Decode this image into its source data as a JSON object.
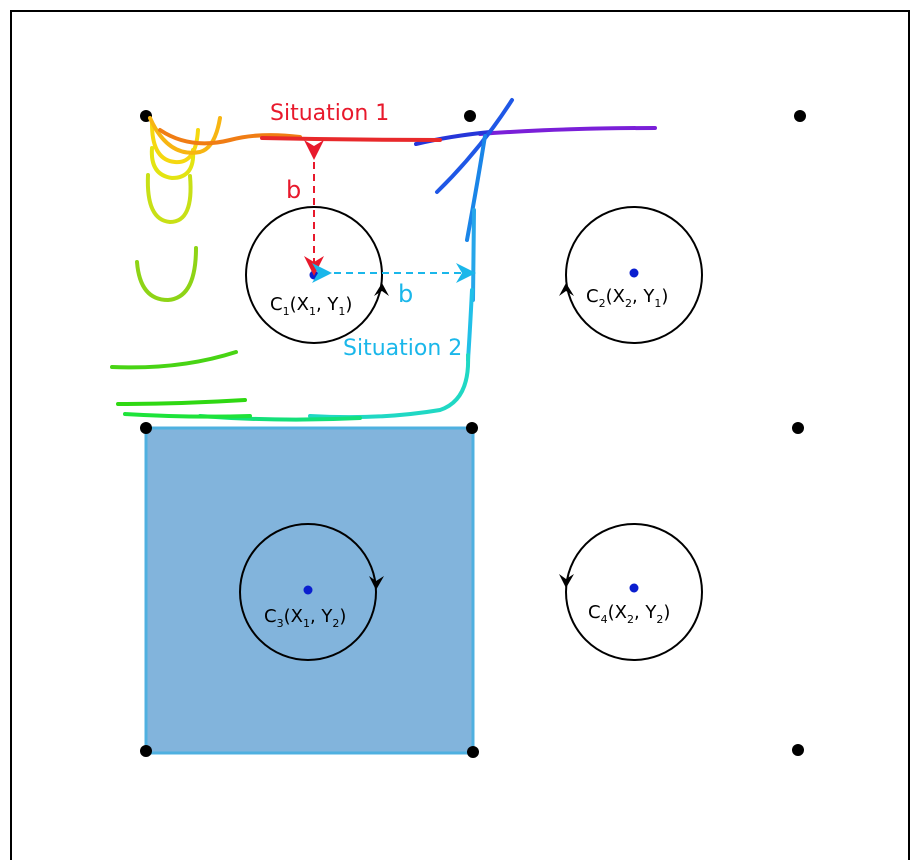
{
  "labels": {
    "situation1": "Situation 1",
    "situation2": "Situation 2",
    "b_vertical": "b",
    "b_horizontal": "b"
  },
  "centers": [
    {
      "id": "c1",
      "main": "C",
      "sub": "1",
      "x_main": "X",
      "x_sub": "1",
      "y_main": "Y",
      "y_sub": "1",
      "direction": "counter-clockwise"
    },
    {
      "id": "c2",
      "main": "C",
      "sub": "2",
      "x_main": "X",
      "x_sub": "2",
      "y_main": "Y",
      "y_sub": "1",
      "direction": "counter-clockwise"
    },
    {
      "id": "c3",
      "main": "C",
      "sub": "3",
      "x_main": "X",
      "x_sub": "1",
      "y_main": "Y",
      "y_sub": "2",
      "direction": "clockwise"
    },
    {
      "id": "c4",
      "main": "C",
      "sub": "4",
      "x_main": "X",
      "x_sub": "2",
      "y_main": "Y",
      "y_sub": "2",
      "direction": "counter-clockwise"
    }
  ],
  "colors": {
    "situation1": "#e8192c",
    "situation2": "#1ab7ea",
    "square_fill": "#82b4dc",
    "square_stroke": "#4fb0e0",
    "center_dot": "#0a1ecf",
    "grid_dot": "#000000"
  }
}
